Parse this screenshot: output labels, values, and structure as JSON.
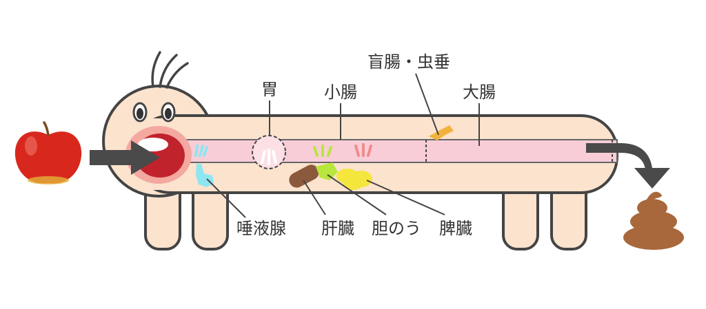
{
  "labels": {
    "stomach": "胃",
    "small_intestine": "小腸",
    "cecum_appendix": "盲腸・虫垂",
    "large_intestine": "大腸",
    "salivary_gland": "唾液腺",
    "liver": "肝臓",
    "gallbladder": "胆のう",
    "pancreas": "脾臓"
  },
  "colors": {
    "body": "#fbe3ce",
    "outline": "#444444",
    "tract": "#f8cdd8",
    "apple": "#d8281e",
    "feces": "#a8683c",
    "arrow": "#4a4a4a",
    "saliva": "#8ee6f0",
    "liver": "#8b5a3c",
    "gallbladder": "#b7e63c",
    "pancreas": "#f4e63c",
    "cecum": "#f2b33c"
  },
  "icons": {
    "food": "apple-icon",
    "output": "feces-icon",
    "in_arrow": "arrow-right-icon",
    "out_arrow": "arrow-down-curve-icon"
  }
}
